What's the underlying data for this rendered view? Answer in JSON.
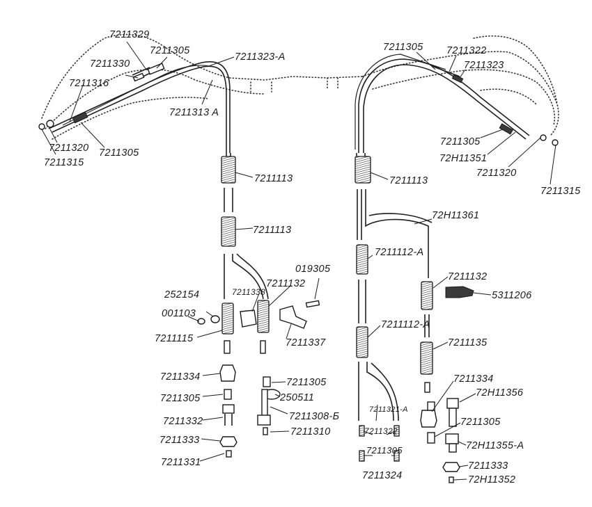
{
  "labels": {
    "l1": "7211329",
    "l2": "7211305",
    "l3": "7211323-A",
    "l4": "7211330",
    "l5": "7211316",
    "l6": "7211313 A",
    "l7": "7211320",
    "l8": "7211315",
    "l9": "7211305",
    "l10": "7211113",
    "l11": "7211113",
    "l12": "252154",
    "l13": "001103",
    "l14": "7211338",
    "l15": "7211132",
    "l16": "019305",
    "l17": "7211115",
    "l18": "7211337",
    "l19": "7211334",
    "l20": "7211305",
    "l21": "7211305",
    "l22": "250511",
    "l23": "7211332",
    "l24": "7211308-Б",
    "l25": "7211333",
    "l26": "7211310",
    "l27": "7211331",
    "r1": "7211305",
    "r2": "7211322",
    "r3": "7211323",
    "r4": "7211305",
    "r5": "72H11351",
    "r6": "7211320",
    "r7": "7211315",
    "r8": "7211113",
    "r9": "72H11361",
    "r10": "7211112-A",
    "r11": "7211132",
    "r12": "5311206",
    "r13": "7211112-A",
    "r14": "7211135",
    "r15": "7211334",
    "r16": "72H11356",
    "r17": "7211321-A",
    "r18": "7211322",
    "r19": "7211305",
    "r20": "7211305",
    "r21": "72H11355-A",
    "r22": "7211324",
    "r23": "7211333",
    "r24": "72H11352"
  }
}
